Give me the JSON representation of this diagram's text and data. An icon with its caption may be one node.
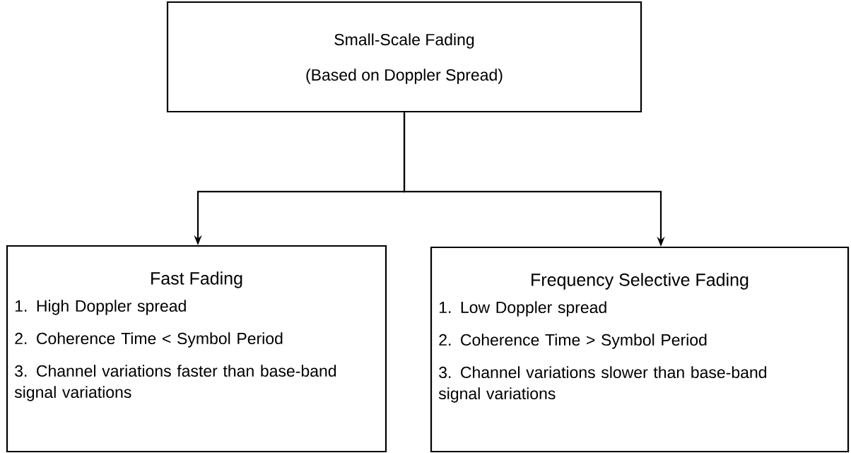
{
  "diagram": {
    "nodes": [
      {
        "text": [
          "Small-Scale Fading",
          "(Based on Doppler Spread)"
        ]
      },
      {
        "text": [
          "Fast Fading",
          "1. High Doppler spread",
          "2. Coherence Time < Symbol Period",
          "3. Channel variations faster than base-band signal variations"
        ]
      },
      {
        "text": [
          "Frequency Selective Fading",
          "1. Low Doppler spread",
          "2. Coherence Time > Symbol Period",
          "3. Channel variations slower than base-band signal variations"
        ]
      }
    ],
    "edges": [
      {
        "from": 0,
        "to": 1,
        "arrow": "to"
      },
      {
        "from": 0,
        "to": 2,
        "arrow": "to"
      }
    ]
  }
}
